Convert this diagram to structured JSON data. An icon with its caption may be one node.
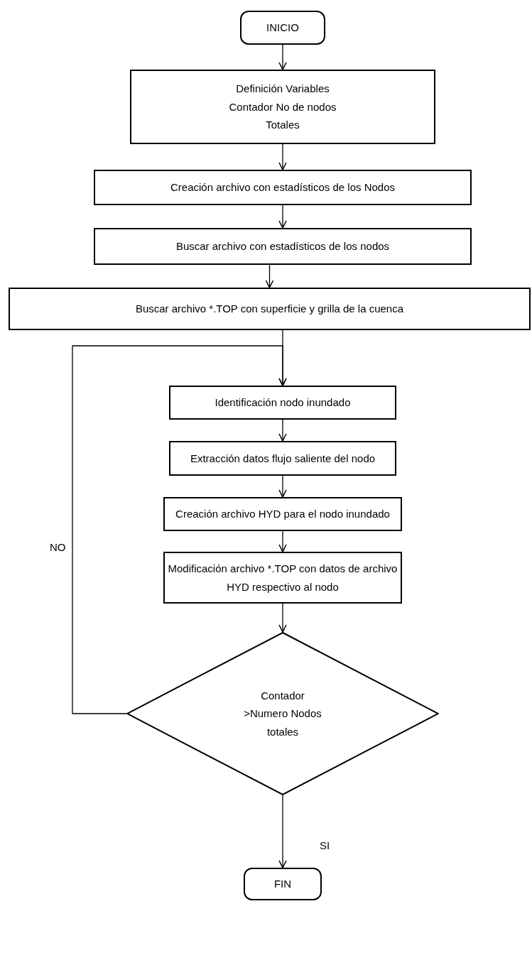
{
  "diagram": {
    "nodes": [
      {
        "text": [
          "INICIO"
        ]
      },
      {
        "text": [
          "Definición Variables Contador No de nodos Totales"
        ]
      },
      {
        "text": [
          "Creación archivo con estadísticos de los Nodos"
        ]
      },
      {
        "text": [
          "Buscar archivo con estadísticos de los nodos"
        ]
      },
      {
        "text": [
          "Buscar archivo *.TOP con superficie y grilla de la cuenca"
        ]
      },
      {
        "text": [
          "Identificación nodo inundado"
        ]
      },
      {
        "text": [
          "Extracción datos flujo saliente del nodo"
        ]
      },
      {
        "text": [
          "Creación archivo HYD para el nodo inundado"
        ]
      },
      {
        "text": [
          "Modificación archivo *.TOP con datos de archivo HYD respectivo al nodo"
        ]
      },
      {
        "text": [
          "Contador >Numero Nodos totales"
        ]
      },
      {
        "text": [
          "FIN"
        ]
      }
    ],
    "edges": [
      {
        "from": 0,
        "to": 1,
        "arrow": "to"
      },
      {
        "from": 1,
        "to": 2,
        "arrow": "to"
      },
      {
        "from": 2,
        "to": 3,
        "arrow": "to"
      },
      {
        "from": 3,
        "to": 4,
        "arrow": "to"
      },
      {
        "from": 4,
        "to": 5,
        "arrow": "to"
      },
      {
        "from": 5,
        "to": 6,
        "arrow": "to"
      },
      {
        "from": 6,
        "to": 7,
        "arrow": "to"
      },
      {
        "from": 7,
        "to": 8,
        "arrow": "to"
      },
      {
        "from": 8,
        "to": 9,
        "arrow": "to"
      },
      {
        "from": 9,
        "to": 5,
        "arrow": "to",
        "label": "NO"
      },
      {
        "from": 9,
        "to": 10,
        "arrow": "to",
        "label": "SI"
      }
    ]
  }
}
